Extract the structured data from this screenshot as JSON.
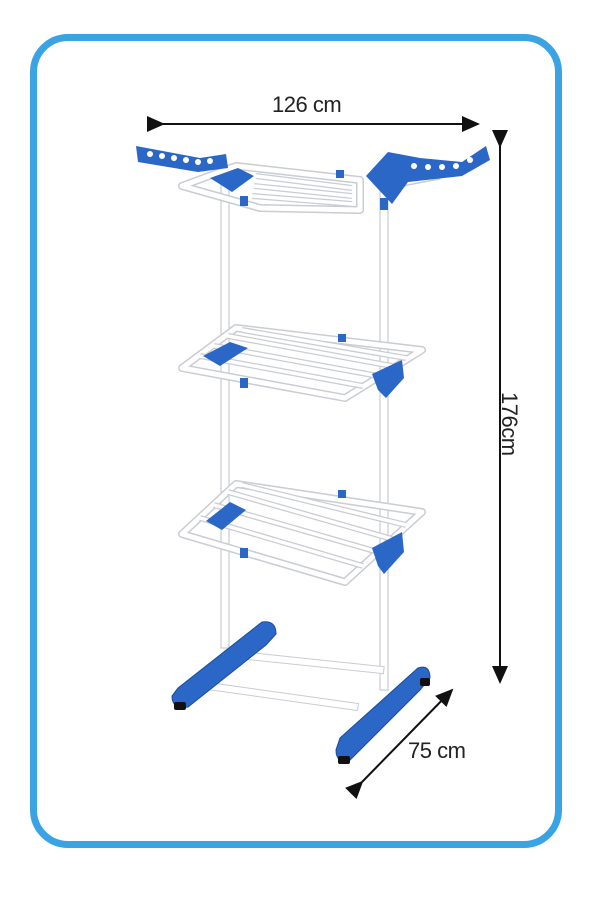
{
  "dimensions": {
    "width": "126 cm",
    "height": "176cm",
    "depth": "75 cm"
  },
  "colors": {
    "frame_border": "#3aa3e3",
    "accent_blue": "#2b67c6",
    "rail_white": "#ffffff",
    "rail_outline": "#c9ccd2",
    "arrow": "#111111"
  },
  "product": {
    "type": "drying-rack-illustration",
    "tiers": 3
  }
}
